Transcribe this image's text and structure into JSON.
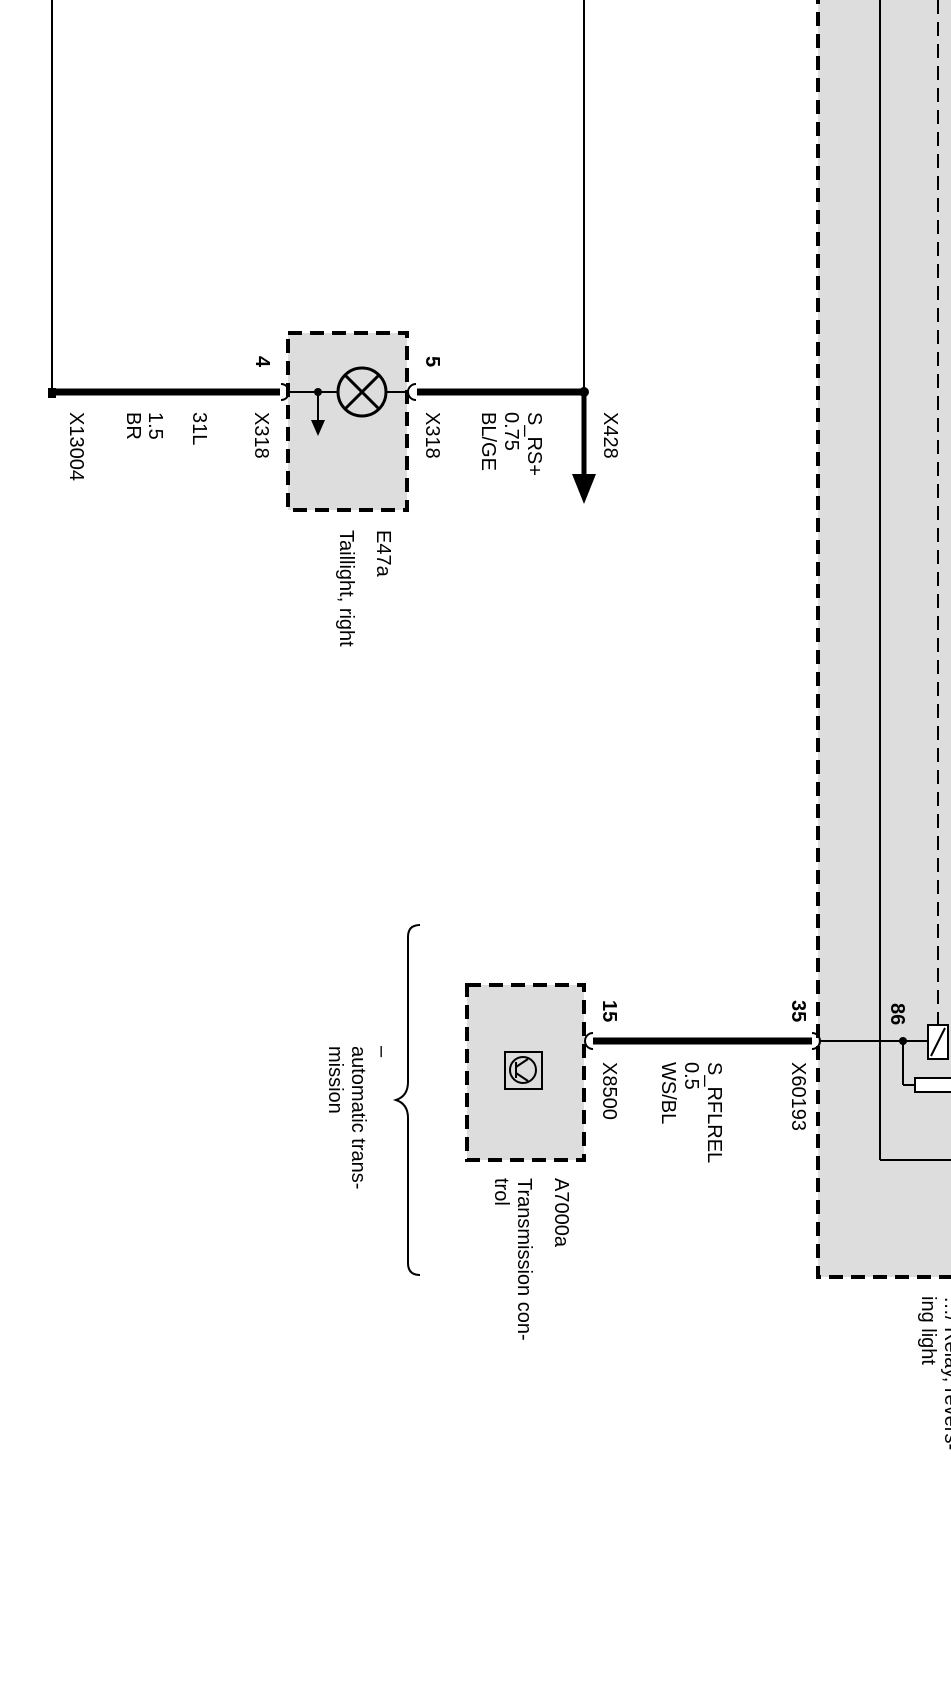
{
  "taillight": {
    "id": "E47a",
    "name": "Taillight, right",
    "pin_left": "4",
    "pin_right": "5",
    "connector": "X318"
  },
  "wire_left": {
    "connector": "X13004",
    "signal": "31L",
    "gauge": "1.5",
    "color": "BR"
  },
  "wire_right": {
    "signal": "S_RS+",
    "gauge": "0.75",
    "color": "BL/GE"
  },
  "junction_right": {
    "connector": "X428"
  },
  "transmission": {
    "id": "A7000a",
    "name_line1": "Transmission con-",
    "name_line2": "trol",
    "pin": "15",
    "connector": "X8500"
  },
  "wire_trans": {
    "pin": "35",
    "connector": "X60193",
    "signal": "S_RFLREL",
    "gauge": "0.5",
    "color": "WS/BL"
  },
  "note": {
    "mark": "–",
    "line1": "automatic trans-",
    "line2": "mission"
  },
  "relay": {
    "pin": "86",
    "label_line1": "…/ Relay, revers-",
    "label_line2": "ing light"
  },
  "colors": {
    "module_fill": "#dddddd",
    "wire": "#000000",
    "background": "#ffffff"
  }
}
